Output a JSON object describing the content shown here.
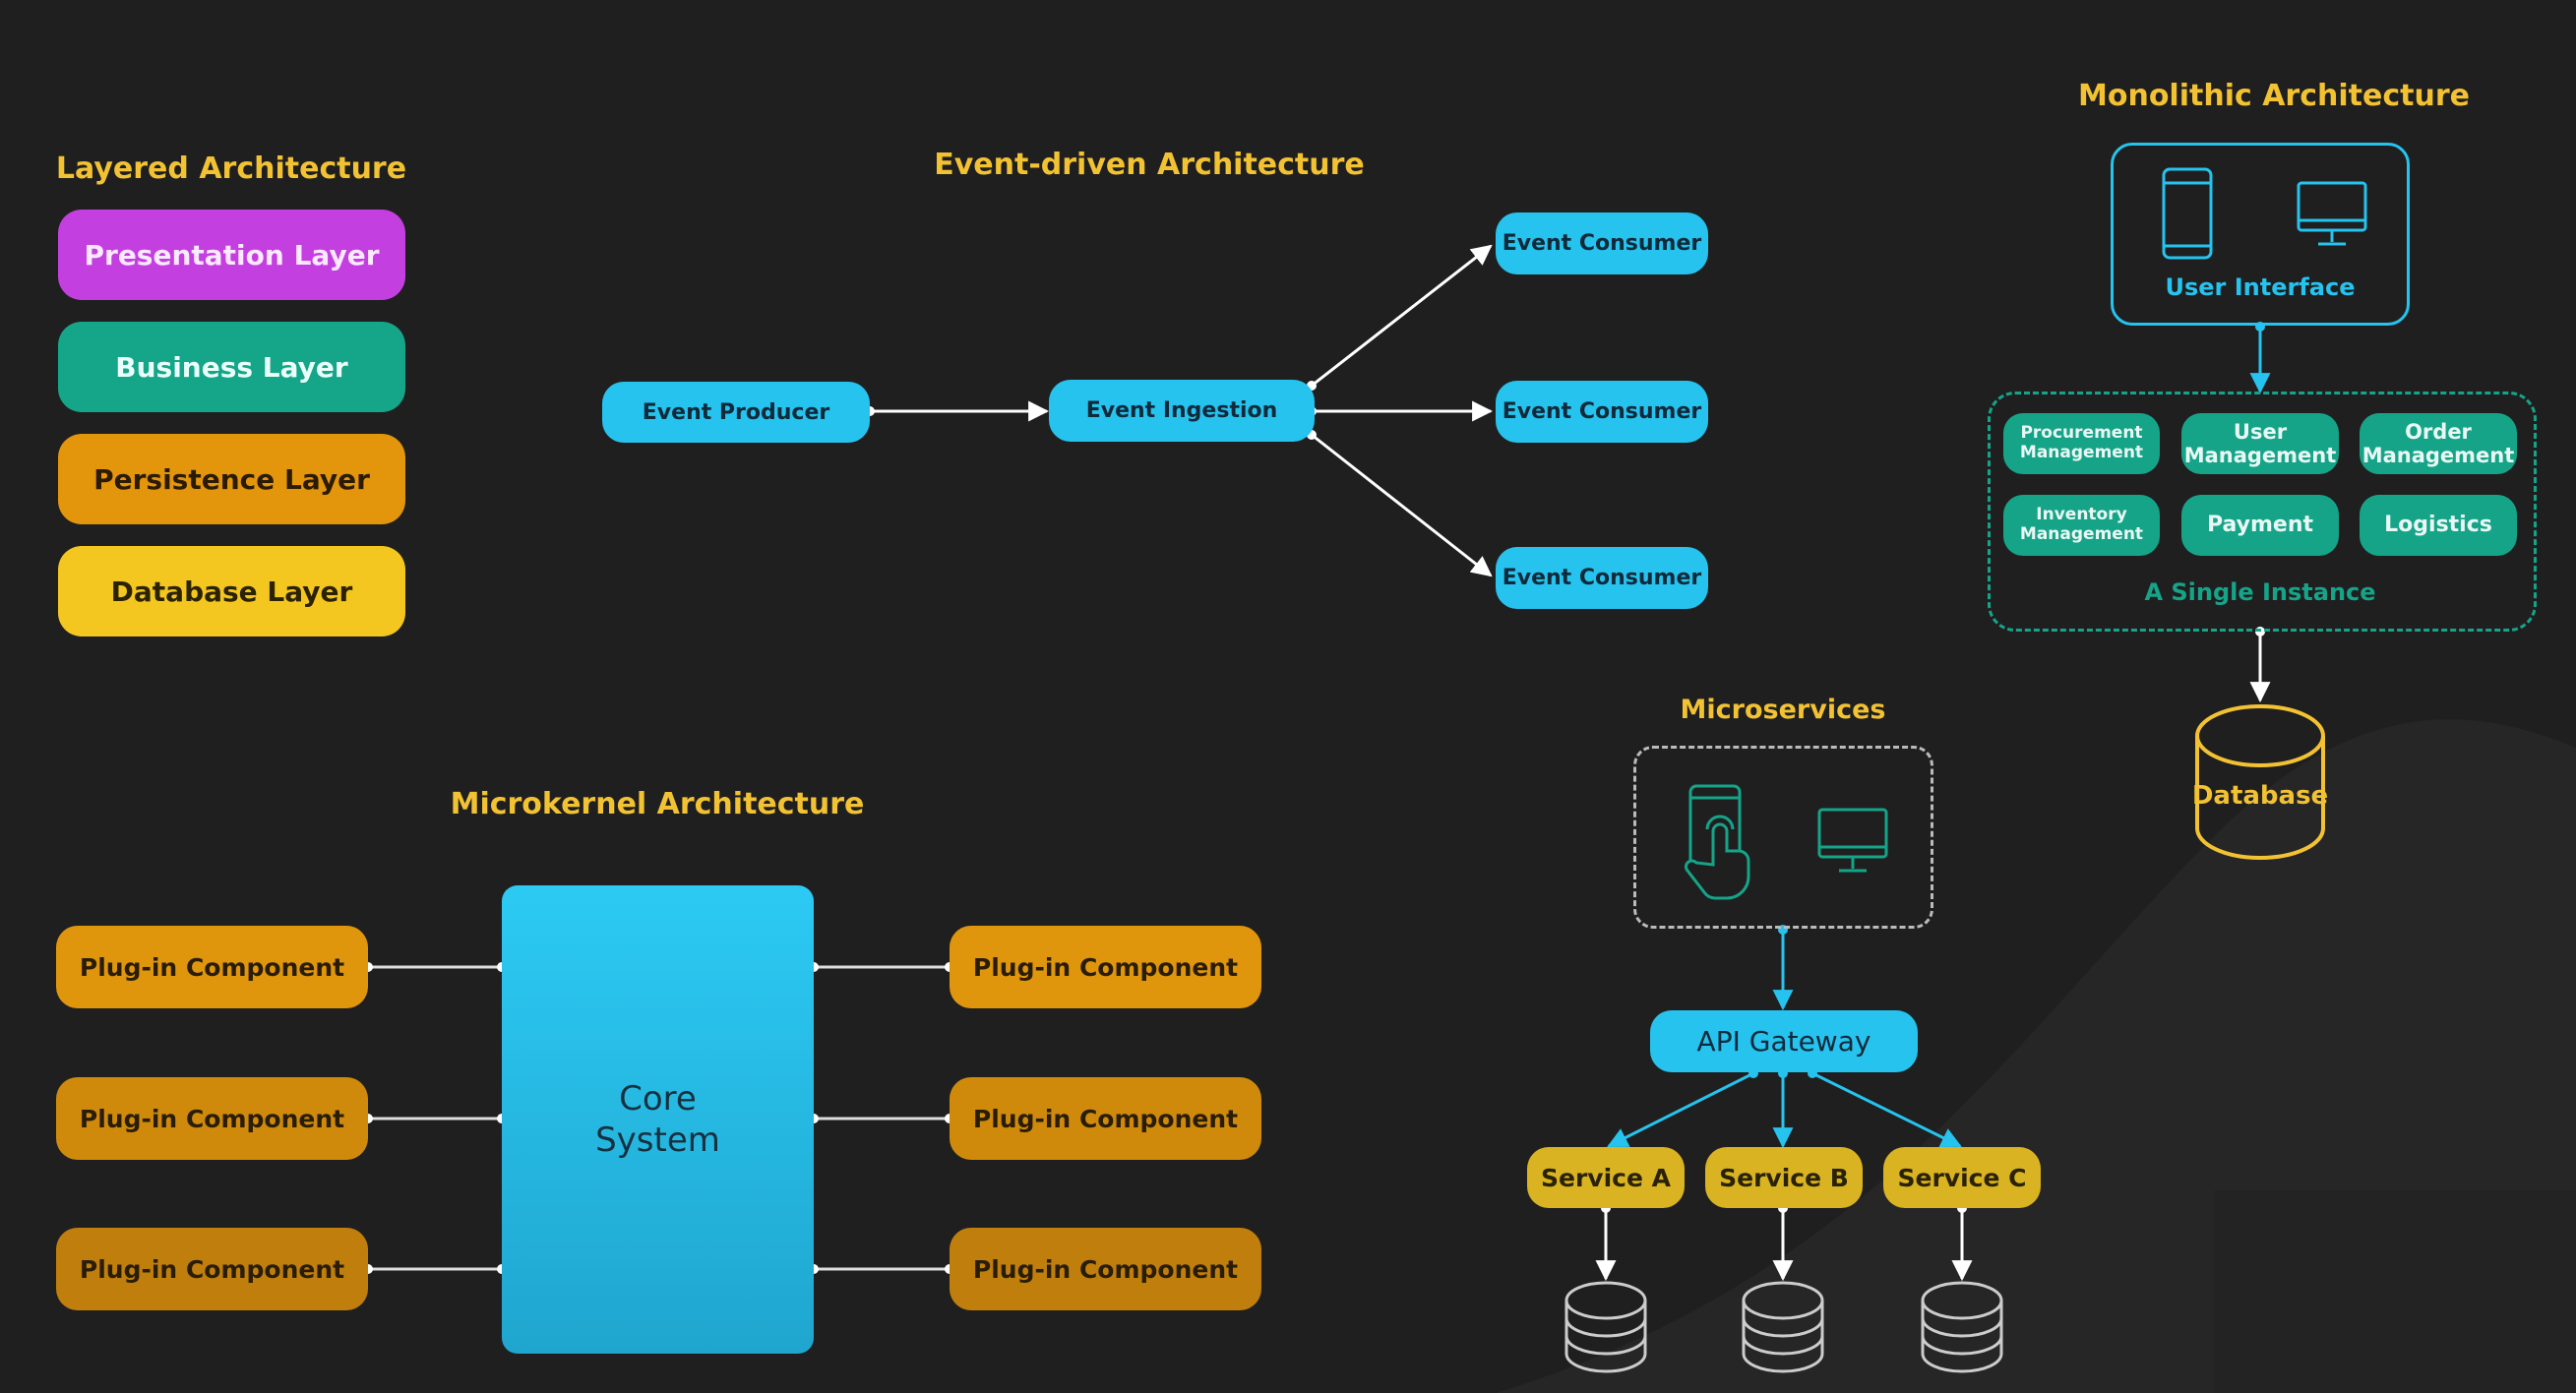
{
  "layered": {
    "title": "Layered Architecture",
    "layers": [
      {
        "label": "Presentation Layer",
        "color": "#c43fe0"
      },
      {
        "label": "Business Layer",
        "color": "#15a589"
      },
      {
        "label": "Persistence Layer",
        "color": "#e3950c"
      },
      {
        "label": "Database Layer",
        "color": "#f4c720"
      }
    ]
  },
  "event_driven": {
    "title": "Event-driven Architecture",
    "producer": "Event Producer",
    "ingestion": "Event Ingestion",
    "consumers": [
      "Event Consumer",
      "Event Consumer",
      "Event Consumer"
    ],
    "color": "#26c3ef"
  },
  "monolithic": {
    "title": "Monolithic Architecture",
    "ui_label": "User Interface",
    "modules": [
      {
        "line1": "Procurement",
        "line2": "Management"
      },
      {
        "line1": "User",
        "line2": "Management"
      },
      {
        "line1": "Order",
        "line2": "Management"
      },
      {
        "line1": "Inventory",
        "line2": "Management"
      },
      {
        "line1": "Payment",
        "line2": ""
      },
      {
        "line1": "Logistics",
        "line2": ""
      }
    ],
    "instance_label": "A Single Instance",
    "database_label": "Database",
    "accent": "#26c3ef",
    "module_color": "#16a489"
  },
  "microkernel": {
    "title": "Microkernel Architecture",
    "core_line1": "Core",
    "core_line2": "System",
    "plugins_left": [
      "Plug-in Component",
      "Plug-in Component",
      "Plug-in Component"
    ],
    "plugins_right": [
      "Plug-in Component",
      "Plug-in Component",
      "Plug-in Component"
    ],
    "plugin_color": "#d98d0c"
  },
  "microservices": {
    "title": "Microservices",
    "gateway": "API Gateway",
    "services": [
      "Service A",
      "Service B",
      "Service C"
    ],
    "service_color": "#d9b321"
  }
}
